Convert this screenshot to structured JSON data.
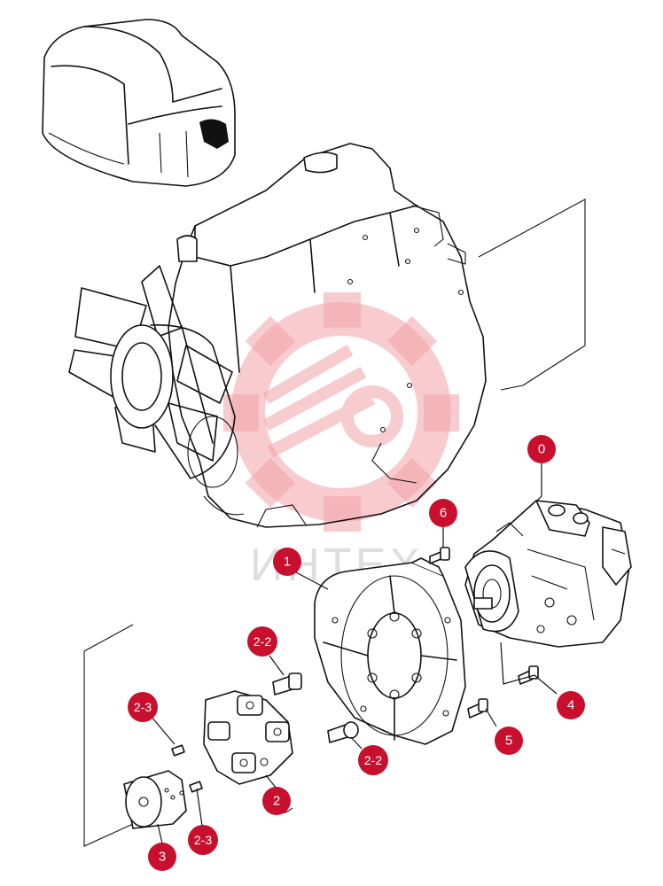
{
  "watermark": {
    "text": "ИНТЕХ",
    "color": "#f2a3a8"
  },
  "badge_color": "#c8102e",
  "callouts": [
    {
      "id": "c0",
      "label": "0"
    },
    {
      "id": "c6",
      "label": "6"
    },
    {
      "id": "c1",
      "label": "1"
    },
    {
      "id": "c22a",
      "label": "2-2"
    },
    {
      "id": "c4",
      "label": "4"
    },
    {
      "id": "c23a",
      "label": "2-3"
    },
    {
      "id": "c5",
      "label": "5"
    },
    {
      "id": "c22b",
      "label": "2-2"
    },
    {
      "id": "c2",
      "label": "2"
    },
    {
      "id": "c3",
      "label": "3"
    },
    {
      "id": "c23b",
      "label": "2-3"
    }
  ]
}
